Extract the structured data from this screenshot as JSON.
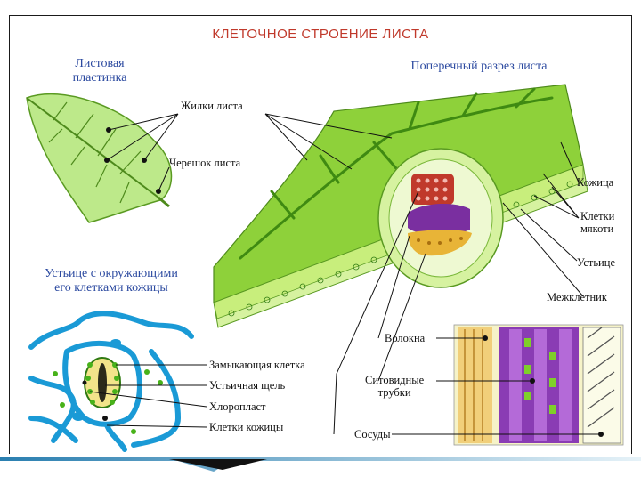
{
  "title": "КЛЕТОЧНОЕ СТРОЕНИЕ ЛИСТА",
  "sections": {
    "leaf_blade": [
      "Листовая",
      "пластинка"
    ],
    "cross_section": "Поперечный разрез листа",
    "stoma": [
      "Устьице с окружающими",
      "его клетками кожицы"
    ]
  },
  "labels": {
    "veins": "Жилки листа",
    "petiole": "Черешок листа",
    "skin": "Кожица",
    "pulp_cells": [
      "Клетки",
      "мякоти"
    ],
    "stomata": "Устьице",
    "intercellular": "Межклетник",
    "fibers": "Волокна",
    "sieve_tubes": [
      "Ситовидные",
      "трубки"
    ],
    "vessels": "Сосуды",
    "guard_cell": "Замыкающая клетка",
    "stomatal_gap": "Устьичная щель",
    "chloroplast": "Хлоропласт",
    "skin_cells": "Клетки кожицы"
  },
  "colors": {
    "title": "#c0392b",
    "section": "#2c4aa0",
    "leaf_green": "#8ed13a",
    "light_green": "#c8ee7c",
    "xylem_red": "#c0392b",
    "phloem_purple": "#7a2fa0",
    "fiber_yellow": "#e8b437",
    "cell_blue": "#1a9ad6"
  }
}
